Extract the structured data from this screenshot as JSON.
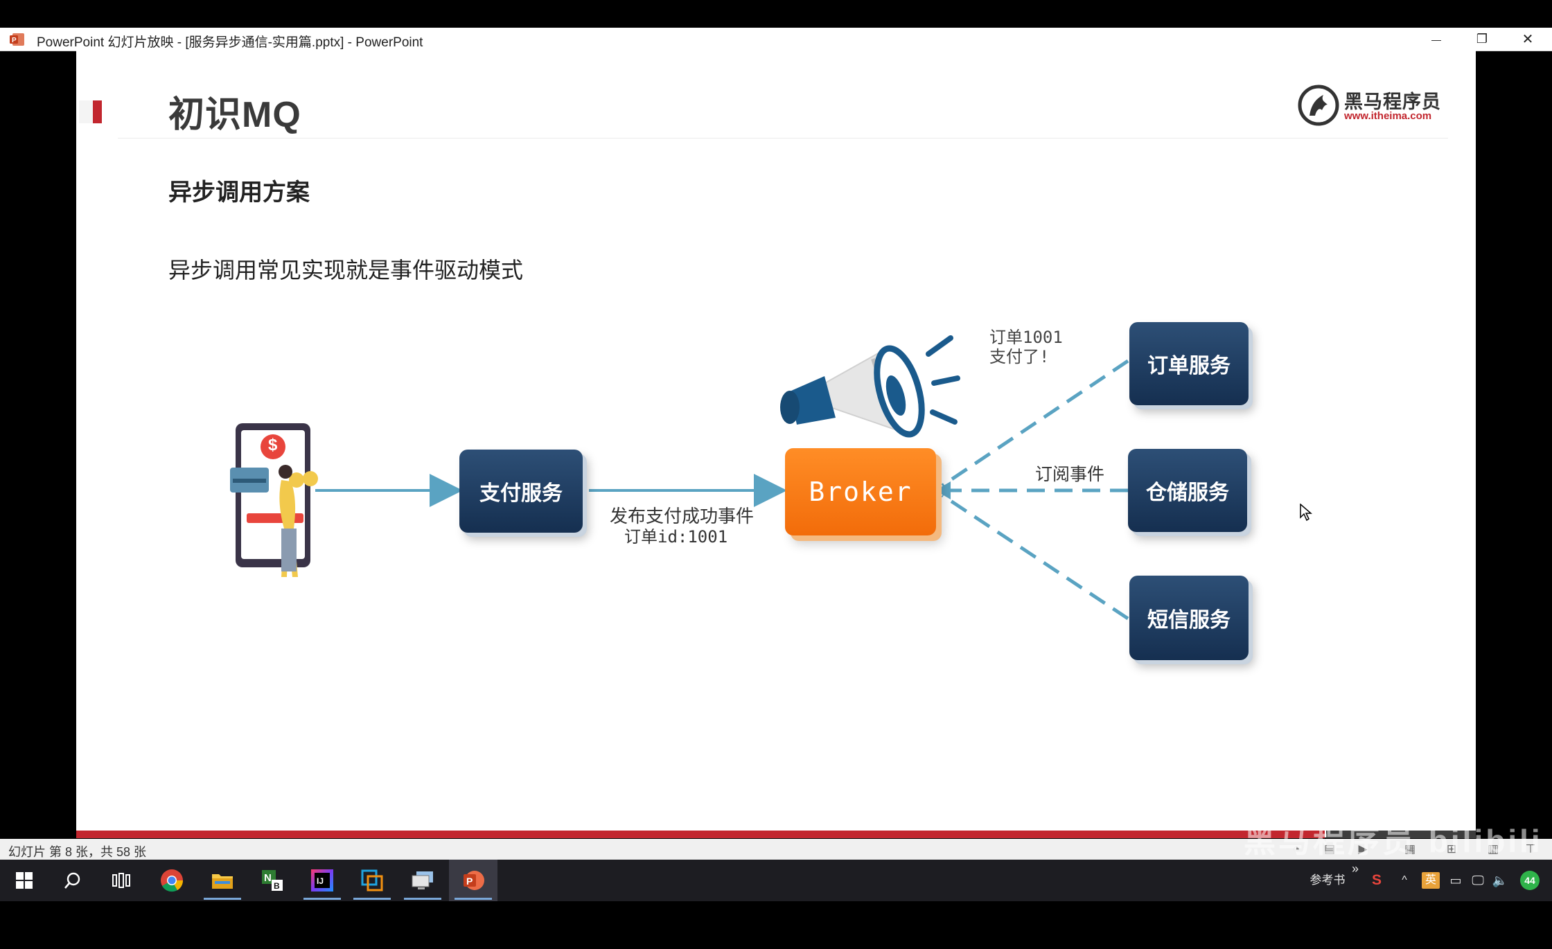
{
  "window": {
    "title": "PowerPoint 幻灯片放映 - [服务异步通信-实用篇.pptx] - PowerPoint",
    "minimize_glyph": "—",
    "restore_glyph": "❐",
    "close_glyph": "✕"
  },
  "slide": {
    "title": "初识MQ",
    "logo_name": "黑马程序员",
    "logo_url": "www.itheima.com",
    "section_heading": "异步调用方案",
    "lead_text": "异步调用常见实现就是事件驱动模式"
  },
  "diagram": {
    "payment_service": "支付服务",
    "broker": "Broker",
    "order_service": "订单服务",
    "warehouse_service": "仓储服务",
    "sms_service": "短信服务",
    "publish_label_line1": "发布支付成功事件",
    "publish_label_line2": "订单id:1001",
    "subscribe_label": "订阅事件",
    "notice_line1": "订单1001",
    "notice_line2": "支付了!",
    "phone_currency_glyph": "$",
    "colors": {
      "service_box": "#1f3d63",
      "broker": "#f67a14",
      "arrow": "#5aa3c2",
      "megaphone_blue": "#1a5a8c"
    }
  },
  "statusbar": {
    "slide_counter": "幻灯片 第 8 张，共 58 张",
    "watermark": "黑马程序员 bilibili"
  },
  "taskbar": {
    "items": [
      "windows-start",
      "search",
      "task-view",
      "chrome",
      "file-explorer",
      "onenote",
      "intellij-idea",
      "vmware",
      "remote-desktop",
      "powerpoint"
    ],
    "tray_label": "参考书",
    "ime_label": "英",
    "notification_count": "44",
    "chevron": "»"
  }
}
